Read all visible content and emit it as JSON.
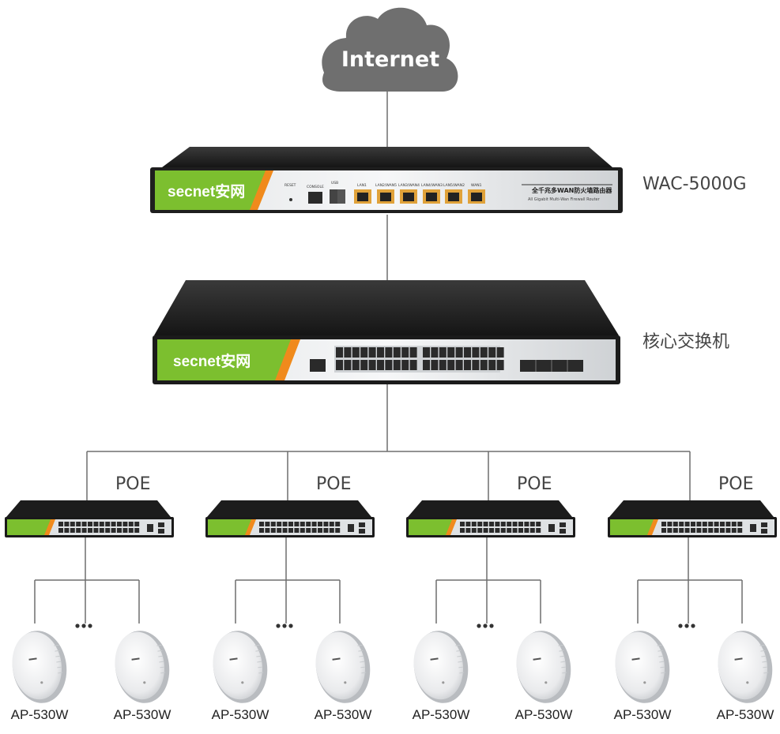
{
  "internet": {
    "label": "Internet"
  },
  "router": {
    "label": "WAC-5000G",
    "brand": "secnet安网",
    "panel_title": "全千兆多WAN防火墙路由器",
    "panel_subtitle": "All Gigabit Multi-Wan Firewall Router",
    "port_labels": [
      "RESET",
      "CONSOLE",
      "USB",
      "LAN1",
      "LAN2/WAN5",
      "LAN3/WAN4",
      "LAN4/WAN3",
      "LAN5/WAN2",
      "WAN1"
    ]
  },
  "core_switch": {
    "label": "核心交换机",
    "brand": "secnet安网"
  },
  "poe_groups": [
    {
      "label": "POE",
      "aps": [
        "AP-530W",
        "AP-530W"
      ]
    },
    {
      "label": "POE",
      "aps": [
        "AP-530W",
        "AP-530W"
      ]
    },
    {
      "label": "POE",
      "aps": [
        "AP-530W",
        "AP-530W"
      ]
    },
    {
      "label": "POE",
      "aps": [
        "AP-530W",
        "AP-530W"
      ]
    }
  ],
  "colors": {
    "brand_green": "#7cbf2f",
    "brand_orange": "#f08a1c",
    "line": "#6e6e6e",
    "cloud": "#6f6f6f"
  }
}
